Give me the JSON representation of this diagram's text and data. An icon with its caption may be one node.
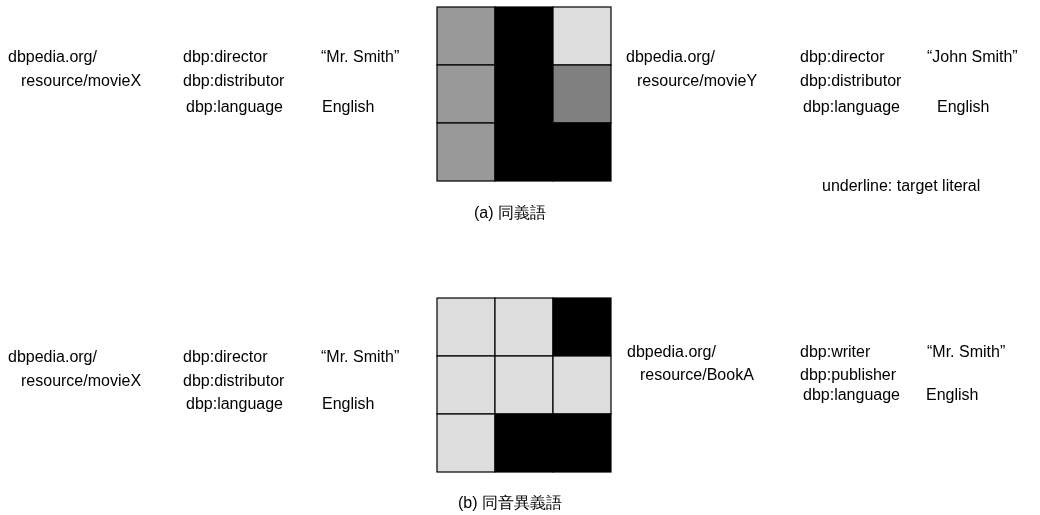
{
  "diagram": {
    "labels": [
      "dbpedia.org/",
      "resource/movieX",
      "dbp:director",
      "dbp:distributor",
      "dbp:language",
      "“Mr. Smith”",
      "English",
      "dbpedia.org/",
      "resource/movieY",
      "dbp:director",
      "dbp:distributor",
      "dbp:language",
      "“John Smith”",
      "English",
      "underline: target literal",
      "(a) 同義語",
      "dbpedia.org/",
      "resource/movieX",
      "dbp:director",
      "dbp:distributor",
      "dbp:language",
      "“Mr. Smith”",
      "English",
      "dbpedia.org/",
      "resource/BookA",
      "dbp:writer",
      "dbp:publisher",
      "dbp:language",
      "“Mr. Smith”",
      "English",
      "(b) 同音異義語"
    ]
  }
}
